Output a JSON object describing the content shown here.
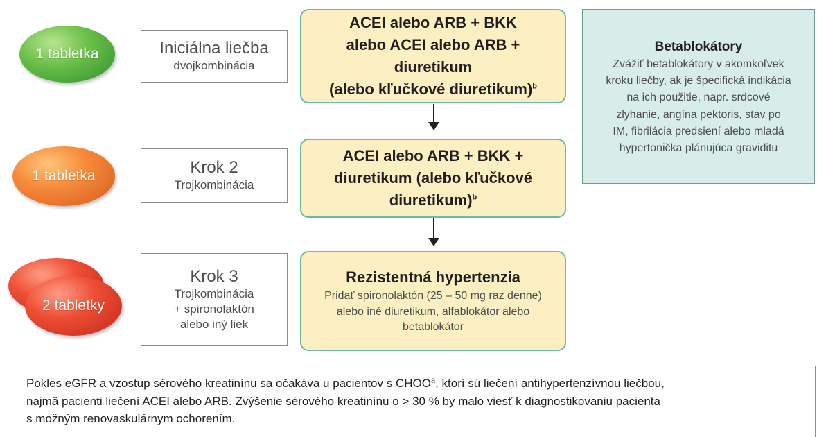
{
  "rows": [
    {
      "pill": {
        "label": "1 tabletka",
        "color": "#6cc04a"
      },
      "step": {
        "title": "Iniciálna liečba",
        "sub": [
          "dvojkombinácia"
        ]
      },
      "treatment": {
        "bold_lines": [
          "ACEI alebo ARB + BKK",
          "alebo ACEI alebo ARB + diuretikum",
          "(alebo kľučkové diuretikum)"
        ],
        "bold_sup": "b",
        "small_lines": []
      }
    },
    {
      "pill": {
        "label": "1 tabletka",
        "color": "#f58b3a"
      },
      "step": {
        "title": "Krok 2",
        "sub": [
          "Trojkombinácia"
        ]
      },
      "treatment": {
        "bold_lines": [
          "ACEI alebo ARB + BKK +",
          "diuretikum (alebo kľučkové",
          "diuretikum)"
        ],
        "bold_sup": "b",
        "small_lines": []
      }
    },
    {
      "pill": {
        "label": "2 tabletky",
        "color": "#ee4e35"
      },
      "step": {
        "title": "Krok 3",
        "sub": [
          "Trojkombinácia",
          "+ spironolaktón",
          "alebo iný liek"
        ]
      },
      "treatment": {
        "bold_lines": [
          "Rezistentná hypertenzia"
        ],
        "bold_sup": "",
        "small_lines": [
          "Pridať spironolaktón (25 – 50 mg raz denne)",
          "alebo iné diuretikum, alfablokátor alebo",
          "betablokátor"
        ]
      }
    }
  ],
  "beta": {
    "title": "Betablokátory",
    "lines": [
      "Zvážiť betablokátory v akomkoľvek",
      "kroku liečby, ak je špecifická indikácia",
      "na ich použitie, napr. srdcové",
      "zlyhanie, angína pektoris, stav po",
      "IM, fibrilácia predsiení alebo mladá",
      "hypertonička plánujúca graviditu"
    ]
  },
  "footnote": {
    "line1_pre": "Pokles eGFR a vzostup sérového kreatinínu sa očakáva u pacientov s CHOO",
    "line1_sup": "a",
    "line1_post": ", ktorí sú liečení antihypertenzívnou liečbou,",
    "line2": "najmä pacienti liečení ACEI alebo ARB. Zvýšenie sérového kreatinínu o > 30 % by malo viesť k diagnostikovaniu pacienta",
    "line3": "s možným renovaskulárnym ochorením."
  }
}
